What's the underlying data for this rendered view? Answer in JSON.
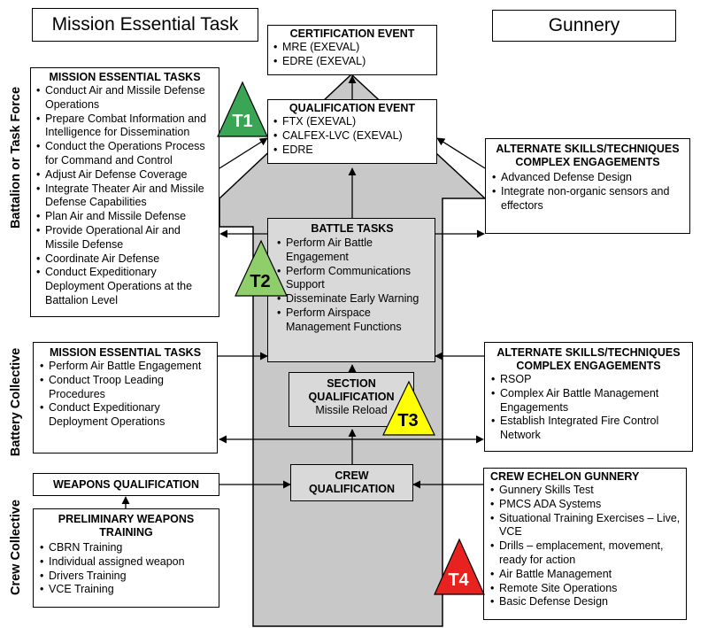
{
  "header": {
    "left_title": "Mission Essential Task",
    "right_title": "Gunnery"
  },
  "side_labels": {
    "battalion": "Battalion or Task Force",
    "battery": "Battery Collective",
    "crew": "Crew Collective"
  },
  "certification_event": {
    "title": "CERTIFICATION EVENT",
    "items": [
      "MRE (EXEVAL)",
      "EDRE (EXEVAL)"
    ]
  },
  "qualification_event": {
    "title": "QUALIFICATION EVENT",
    "items": [
      "FTX (EXEVAL)",
      "CALFEX-LVC (EXEVAL)",
      "EDRE"
    ]
  },
  "battalion_mets": {
    "title": "MISSION ESSENTIAL TASKS",
    "items": [
      "Conduct Air and Missile Defense Operations",
      "Prepare Combat Information and Intelligence for Dissemination",
      "Conduct the Operations Process for Command  and Control",
      "Adjust Air Defense Coverage",
      "Integrate Theater Air and Missile Defense Capabilities",
      "Plan Air and Missile Defense",
      "Provide Operational Air and Missile Defense",
      "Coordinate Air Defense",
      "Conduct Expeditionary Deployment Operations at the Battalion Level"
    ]
  },
  "battalion_alternate": {
    "title": "ALTERNATE SKILLS/TECHNIQUES COMPLEX ENGAGEMENTS",
    "items": [
      "Advanced Defense Design",
      "Integrate non-organic sensors and effectors"
    ]
  },
  "battle_tasks": {
    "title": "BATTLE TASKS",
    "items": [
      "Perform Air Battle Engagement",
      "Perform Communications Support",
      "Disseminate Early Warning",
      "Perform Airspace Management Functions"
    ]
  },
  "battery_mets": {
    "title": "MISSION ESSENTIAL TASKS",
    "items": [
      "Perform Air Battle Engagement",
      "Conduct Troop Leading Procedures",
      "Conduct Expeditionary Deployment Operations"
    ]
  },
  "battery_alternate": {
    "title": "ALTERNATE SKILLS/TECHNIQUES COMPLEX ENGAGEMENTS",
    "items": [
      "RSOP",
      "Complex Air Battle Management Engagements",
      "Establish Integrated Fire Control Network"
    ]
  },
  "section_qualification": {
    "title": "SECTION QUALIFICATION",
    "subtitle": "Missile Reload"
  },
  "crew_qualification": {
    "title": "CREW QUALIFICATION"
  },
  "weapons_qualification": {
    "title": "WEAPONS QUALIFICATION"
  },
  "preliminary_weapons": {
    "title": "PRELIMINARY WEAPONS TRAINING",
    "items": [
      "CBRN Training",
      "Individual assigned weapon",
      "Drivers Training",
      "VCE Training"
    ]
  },
  "crew_echelon_gunnery": {
    "title": "CREW ECHELON GUNNERY",
    "items": [
      "Gunnery Skills Test",
      "PMCS ADA Systems",
      "Situational Training Exercises – Live, VCE",
      "Drills – emplacement, movement, ready for action",
      "Air Battle Management",
      "Remote Site Operations",
      "Basic Defense Design"
    ]
  },
  "tables": {
    "t1": {
      "label": "T1",
      "color": "#3aa655"
    },
    "t2": {
      "label": "T2",
      "color": "#8fce6a"
    },
    "t3": {
      "label": "T3",
      "color": "#ffff00"
    },
    "t4": {
      "label": "T4",
      "color": "#e8231f"
    }
  },
  "colors": {
    "arrow_fill": "#c8c8c8",
    "box_gray": "#d9d9d9"
  }
}
